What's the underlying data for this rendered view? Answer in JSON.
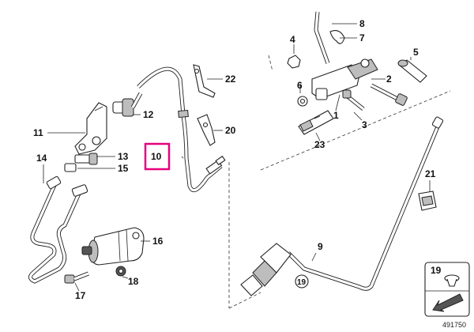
{
  "diagram": {
    "labels": {
      "l1": "1",
      "l2": "2",
      "l3": "3",
      "l4": "4",
      "l5": "5",
      "l6": "6",
      "l7": "7",
      "l8": "8",
      "l9": "9",
      "l10": "10",
      "l11": "11",
      "l12": "12",
      "l13": "13",
      "l14": "14",
      "l15": "15",
      "l16": "16",
      "l17": "17",
      "l18": "18",
      "l19": "19",
      "l20": "20",
      "l21": "21",
      "l22": "22",
      "l23": "23"
    },
    "legend_label": "19",
    "doc_number": "491750",
    "highlight_color": "#e6007e"
  }
}
